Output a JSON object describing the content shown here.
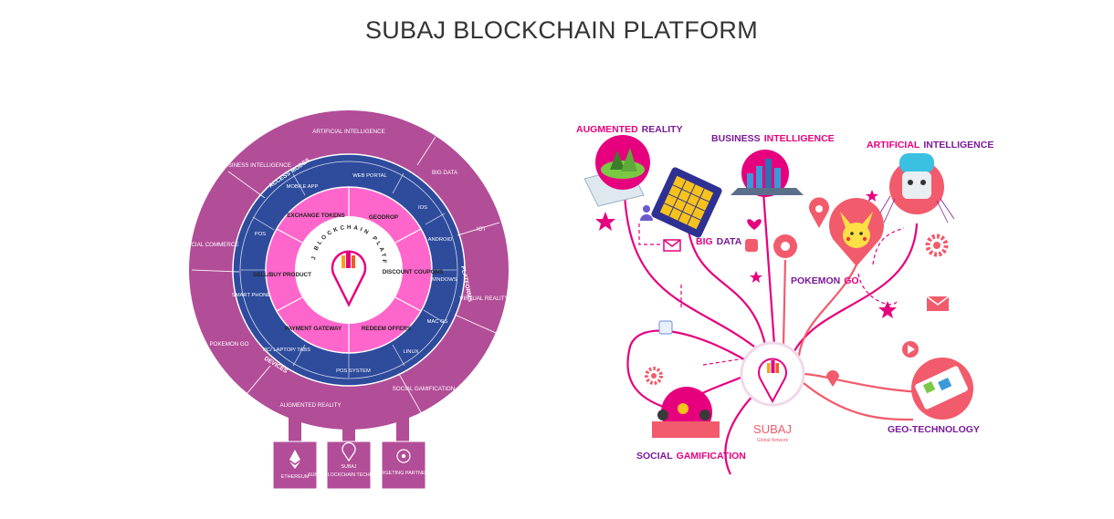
{
  "title": "SUBAJ BLOCKCHAIN PLATFORM",
  "colors": {
    "outer_ring": "#b24d98",
    "blue_ring": "#2e4b9c",
    "pink_ring": "#ff66cc",
    "accent": "#e6007e",
    "coral": "#f25b6c"
  },
  "left": {
    "outer_ring_labels": [
      "ARTIFICIAL INTELLIGENCE",
      "BIG DATA",
      "IOT",
      "VIRTUAL REALITY",
      "SOCIAL GAMIFICATION",
      "AUGMENTED REALITY",
      "POKEMON GO",
      "SOCIAL COMMERCE",
      "BUSINESS INTELLIGENCE"
    ],
    "blue_ring_labels": [
      "WEB PORTAL",
      "IOS",
      "ANDROID",
      "WINDOWS",
      "MAC OS",
      "LINUX",
      "POS SYSTEM",
      "PC/ LAPTOP/ TABS",
      "SMART PHONE",
      "POS",
      "MOBILE APP"
    ],
    "band_labels": {
      "access": "ACCESS MODES",
      "platforms": "PLATFORMS",
      "devices": "DEVICES"
    },
    "pink_ring_labels": [
      "EXCHANGE TOKENS",
      "GEODROP",
      "DISCOUNT COUPONS",
      "REDEEM OFFERS",
      "PAYMENT GATEWAY",
      "SELL/BUY PRODUCT"
    ],
    "center_label": "SUBAJ BLOCKCHAIN PLATFORM",
    "foundation": [
      "ETHEREUM",
      "SUBAJ BLOCKCHAIN TECHNOLOGY",
      "TARGETING PARTNERS"
    ]
  },
  "right": {
    "nodes": [
      {
        "name": "augmented-reality",
        "word1": "AUGMENTED",
        "word2": "REALITY"
      },
      {
        "name": "business-intelligence",
        "word1": "BUSINESS",
        "word2": "INTELLIGENCE"
      },
      {
        "name": "artificial-intelligence",
        "word1": "ARTIFICIAL",
        "word2": "INTELLIGENCE"
      },
      {
        "name": "big-data",
        "word1": "BIG",
        "word2": "DATA"
      },
      {
        "name": "pokemon-go",
        "word1": "POKEMON",
        "word2": "GO"
      },
      {
        "name": "social-gamification",
        "word1": "SOCIAL",
        "word2": "GAMIFICATION"
      },
      {
        "name": "geo-technology",
        "word1": "GEO-TECHNOLOGY",
        "word2": ""
      }
    ],
    "hub_name": "SUBAJ",
    "hub_sub": "Global Network"
  }
}
